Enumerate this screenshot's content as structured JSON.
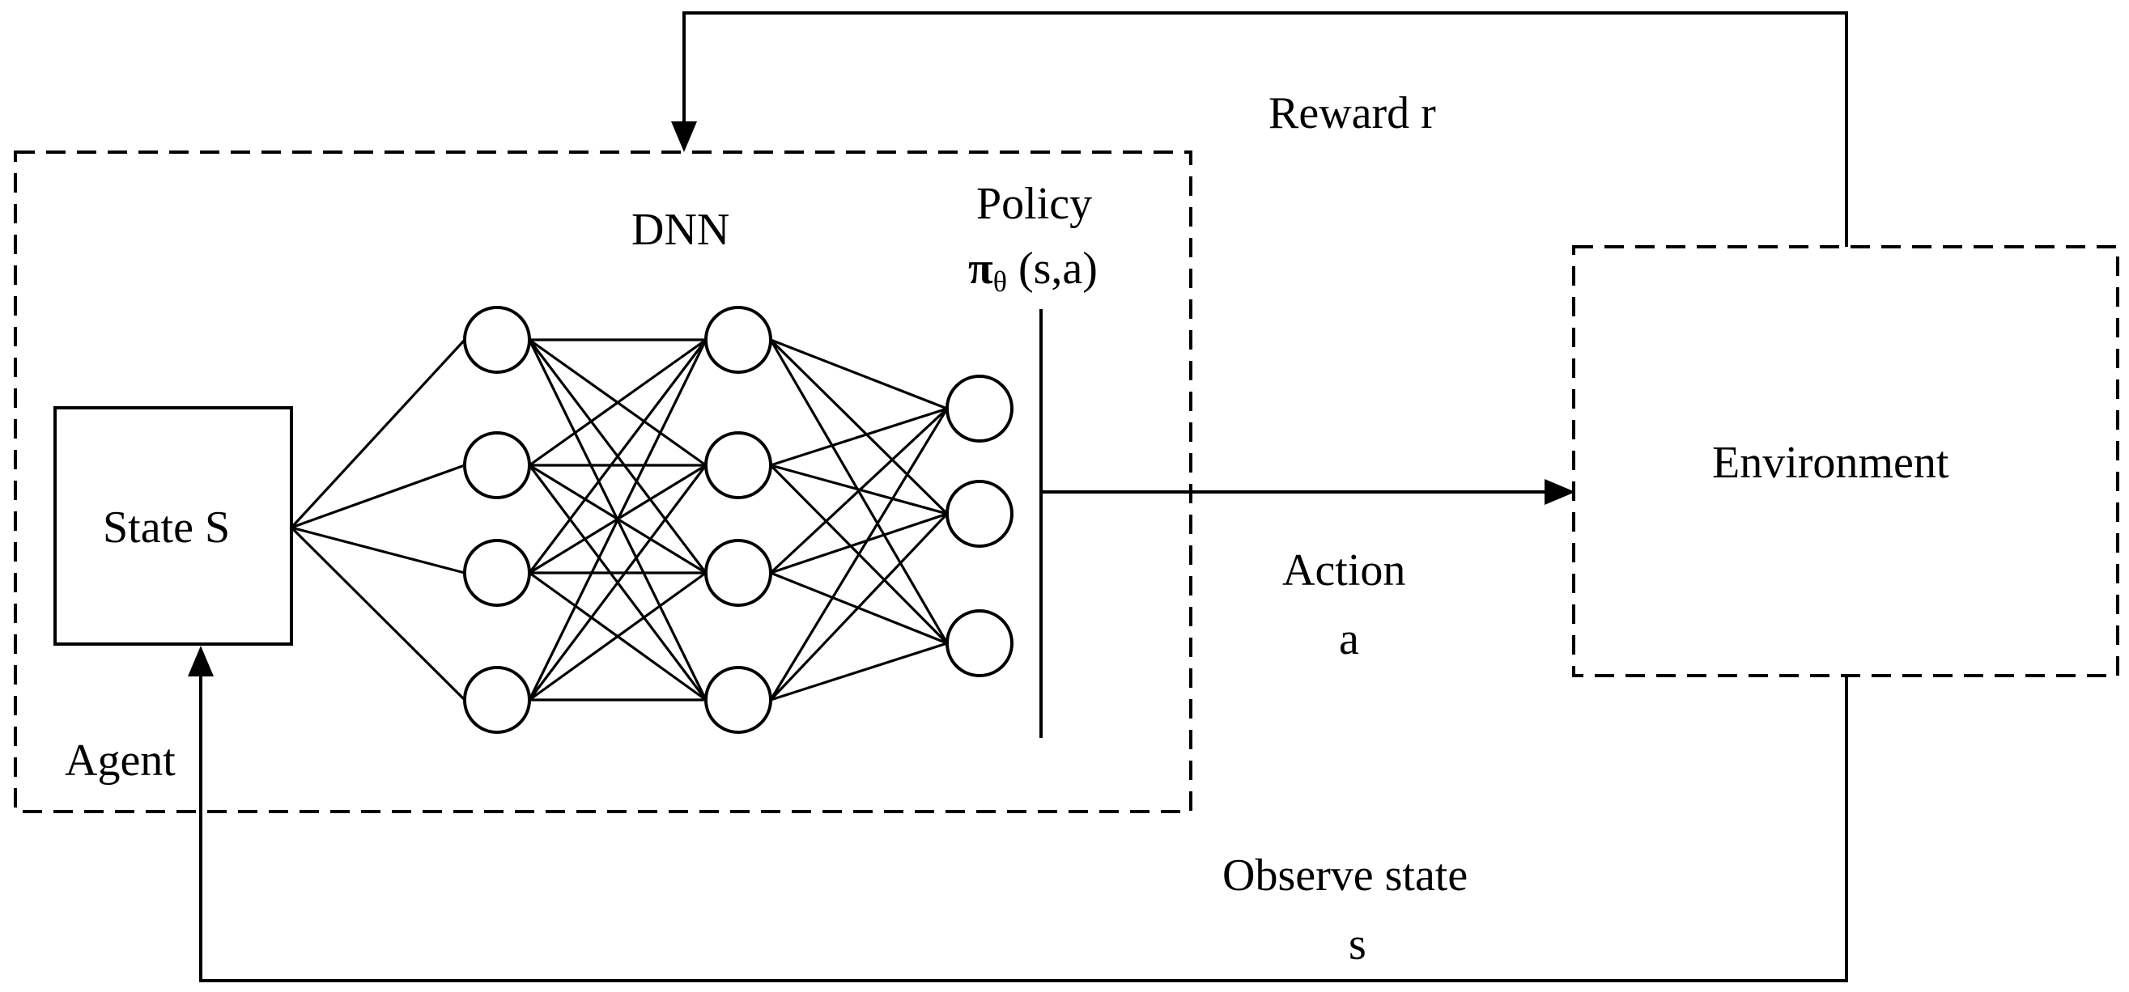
{
  "labels": {
    "reward": "Reward r",
    "dnn": "DNN",
    "policy": "Policy",
    "policy_pi": "π",
    "policy_sub": "θ",
    "policy_args": " (s,a)",
    "environment": "Environment",
    "state": "State S",
    "action_line1": "Action",
    "action_line2": "a",
    "agent": "Agent",
    "observe_line1": "Observe state",
    "observe_line2": "s"
  },
  "network": {
    "layer_sizes": [
      1,
      4,
      4,
      3
    ]
  }
}
